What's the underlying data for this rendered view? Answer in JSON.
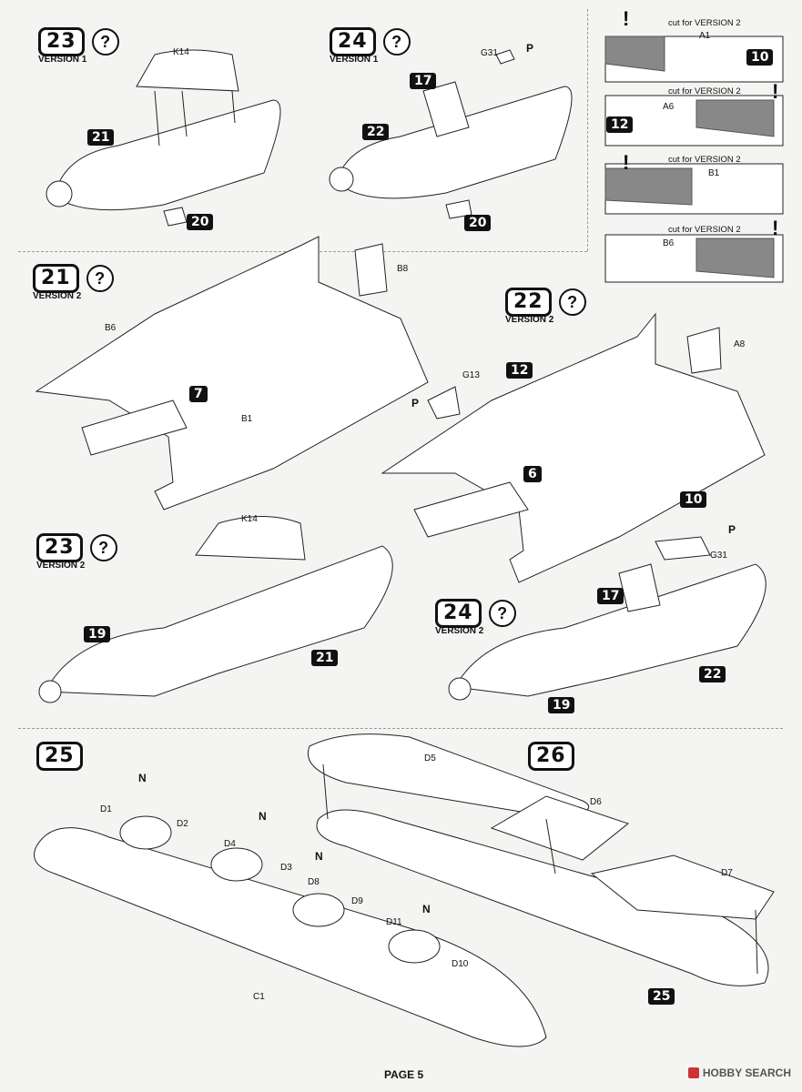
{
  "steps": {
    "s23v1": {
      "num": "23",
      "version": "VERSION 1",
      "part": "K14",
      "tags": [
        "21",
        "20"
      ]
    },
    "s24v1": {
      "num": "24",
      "version": "VERSION 1",
      "part": "G31",
      "tags": [
        "17",
        "22",
        "20"
      ]
    },
    "s21v2": {
      "num": "21",
      "version": "VERSION 2",
      "parts": [
        "B6",
        "B1",
        "B8"
      ],
      "tags": [
        "7"
      ]
    },
    "s22v2": {
      "num": "22",
      "version": "VERSION 2",
      "parts": [
        "G13",
        "A8"
      ],
      "tags": [
        "12",
        "6",
        "10"
      ]
    },
    "s23v2": {
      "num": "23",
      "version": "VERSION 2",
      "part": "K14",
      "tags": [
        "19",
        "21"
      ]
    },
    "s24v2": {
      "num": "24",
      "version": "VERSION 2",
      "part": "G31",
      "tags": [
        "17",
        "22",
        "19"
      ]
    },
    "s25": {
      "num": "25",
      "parts": [
        "D1",
        "D2",
        "D4",
        "D3",
        "D8",
        "D9",
        "D11",
        "D10",
        "C1"
      ]
    },
    "s26": {
      "num": "26",
      "parts": [
        "D5",
        "D6",
        "D7"
      ],
      "tags": [
        "25"
      ]
    }
  },
  "cuts": [
    {
      "text": "cut for VERSION 2",
      "part": "A1",
      "tag": "10"
    },
    {
      "text": "cut for VERSION 2",
      "part": "A6",
      "tag": "12"
    },
    {
      "text": "cut for VERSION 2",
      "part": "B1"
    },
    {
      "text": "cut for VERSION 2",
      "part": "B6"
    }
  ],
  "symbols": {
    "q": "?",
    "bang": "!",
    "p": "P",
    "n": "N"
  },
  "footer": {
    "page": "PAGE 5",
    "brand": "HOBBY SEARCH"
  }
}
